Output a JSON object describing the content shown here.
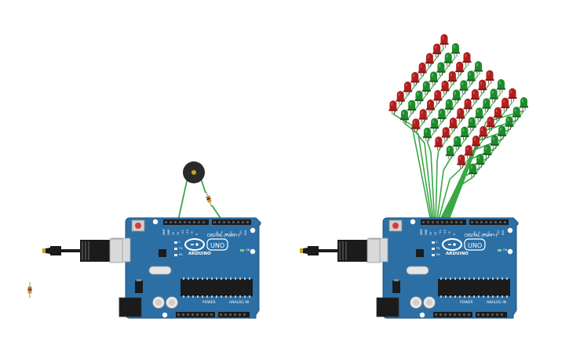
{
  "boards": [
    {
      "id": "left",
      "brand": "ARDUINO",
      "model": "UNO",
      "digital_label": "DIGITAL (PWM~)",
      "power_label": "POWER",
      "analog_label": "ANALOG IN",
      "tx_label": "TX",
      "rx_label": "RX",
      "l_label": "L",
      "on_label": "ON"
    },
    {
      "id": "right",
      "brand": "ARDUINO",
      "model": "UNO",
      "digital_label": "DIGITAL (PWM~)",
      "power_label": "POWER",
      "analog_label": "ANALOG IN",
      "tx_label": "TX",
      "rx_label": "RX",
      "l_label": "L",
      "on_label": "ON"
    }
  ],
  "components": {
    "buzzer": "piezo-buzzer",
    "resistors": 2,
    "led_matrix": {
      "rows": 8,
      "cols": 8,
      "shape": "diamond"
    }
  },
  "colors": {
    "board": "#2c6fa5",
    "board_edge": "#1f5581",
    "wire": "#39a845",
    "led_red": "#b01e1e",
    "led_green": "#1f8a2c",
    "usb_black": "#1b1b1b",
    "usb_silver": "#d9d9d9"
  }
}
